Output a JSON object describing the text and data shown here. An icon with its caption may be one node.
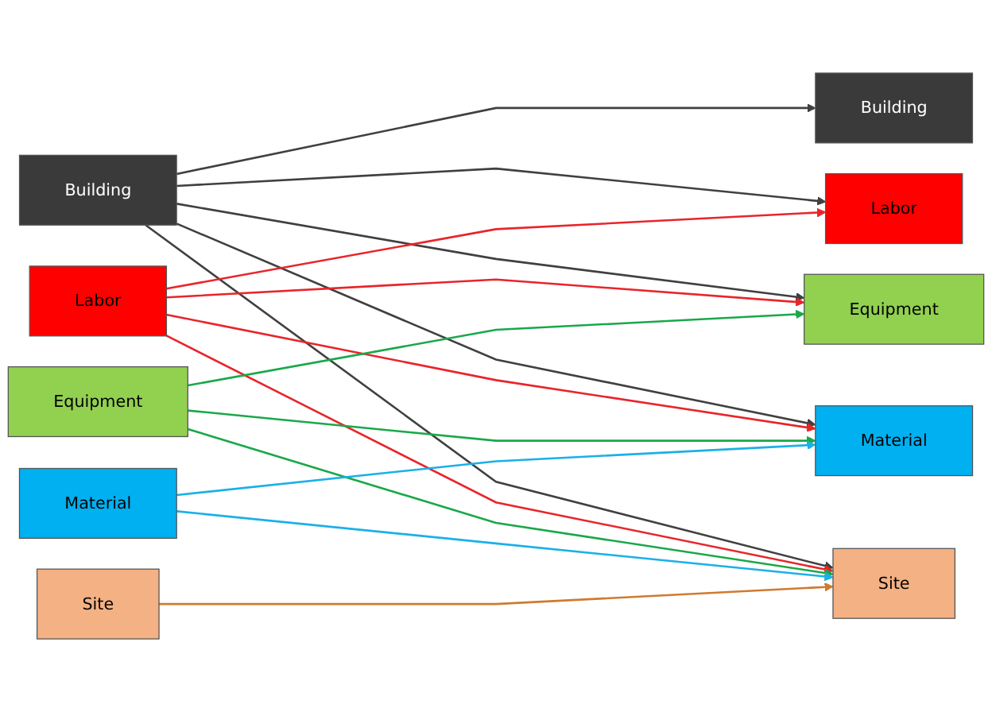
{
  "diagram": {
    "nodes": [
      {
        "text": [
          "Building"
        ]
      },
      {
        "text": [
          "Labor"
        ]
      },
      {
        "text": [
          "Equipment"
        ]
      },
      {
        "text": [
          "Material"
        ]
      },
      {
        "text": [
          "Site"
        ]
      },
      {
        "text": [
          "Building"
        ]
      },
      {
        "text": [
          "Labor"
        ]
      },
      {
        "text": [
          "Equipment"
        ]
      },
      {
        "text": [
          "Material"
        ]
      },
      {
        "text": [
          "Site"
        ]
      }
    ],
    "edges": [
      {
        "from": 0,
        "to": 5,
        "arrow": "to",
        "color": "#404040"
      },
      {
        "from": 0,
        "to": 6,
        "arrow": "to",
        "color": "#404040"
      },
      {
        "from": 0,
        "to": 7,
        "arrow": "to",
        "color": "#404040"
      },
      {
        "from": 0,
        "to": 8,
        "arrow": "to",
        "color": "#404040"
      },
      {
        "from": 0,
        "to": 9,
        "arrow": "to",
        "color": "#404040"
      },
      {
        "from": 1,
        "to": 6,
        "arrow": "to",
        "color": "#e8252b"
      },
      {
        "from": 1,
        "to": 7,
        "arrow": "to",
        "color": "#e8252b"
      },
      {
        "from": 1,
        "to": 8,
        "arrow": "to",
        "color": "#e8252b"
      },
      {
        "from": 1,
        "to": 9,
        "arrow": "to",
        "color": "#e8252b"
      },
      {
        "from": 2,
        "to": 7,
        "arrow": "to",
        "color": "#19a84a"
      },
      {
        "from": 2,
        "to": 8,
        "arrow": "to",
        "color": "#19a84a"
      },
      {
        "from": 2,
        "to": 9,
        "arrow": "to",
        "color": "#19a84a"
      },
      {
        "from": 3,
        "to": 8,
        "arrow": "to",
        "color": "#1ab0e8"
      },
      {
        "from": 3,
        "to": 9,
        "arrow": "to",
        "color": "#1ab0e8"
      },
      {
        "from": 4,
        "to": 9,
        "arrow": "to",
        "color": "#d07a30"
      }
    ]
  }
}
